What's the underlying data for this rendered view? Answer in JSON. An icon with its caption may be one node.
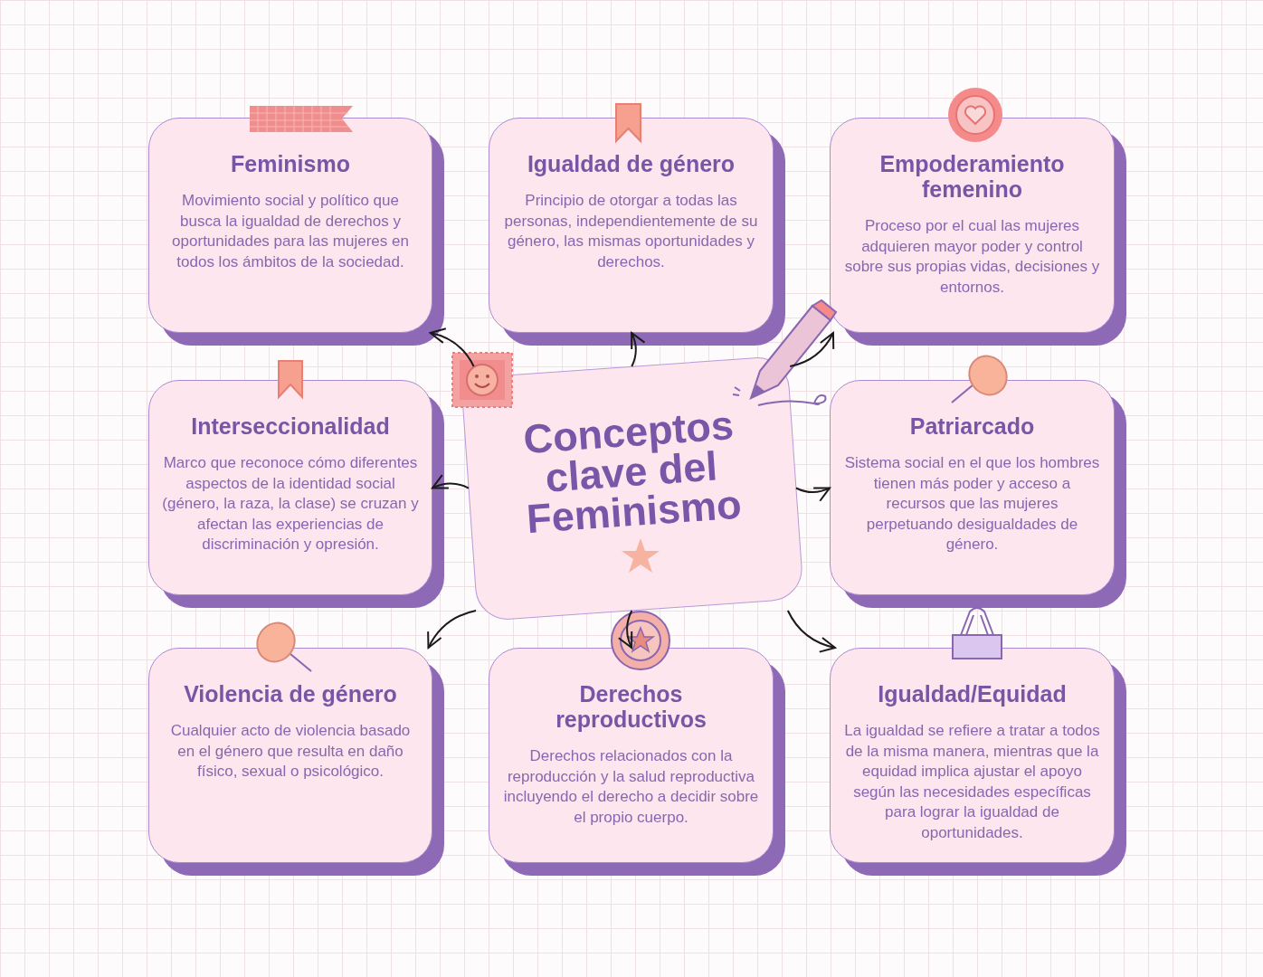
{
  "diagram": {
    "nodes": [
      {
        "text": [
          "Feminismo",
          "Movimiento social y político que busca la igualdad de derechos y oportunidades para las mujeres en todos los ámbitos de la sociedad."
        ]
      },
      {
        "text": [
          "Igualdad de género",
          "Principio de otorgar a todas las personas, independientemente de su género, las mismas oportunidades y derechos."
        ]
      },
      {
        "text": [
          "Empoderamiento femenino",
          "Proceso por el cual las mujeres adquieren mayor poder y control sobre sus propias vidas, decisiones y entornos."
        ]
      },
      {
        "text": [
          "Interseccionalidad",
          "Marco que reconoce cómo diferentes aspectos de la identidad social (género, la raza, la clase) se cruzan y afectan las experiencias de discriminación y opresión."
        ]
      },
      {
        "text": [
          "Conceptos clave del Feminismo"
        ]
      },
      {
        "text": [
          "Patriarcado",
          "Sistema social en el que los hombres tienen más poder y acceso a recursos que las mujeres perpetuando desigualdades de género."
        ]
      },
      {
        "text": [
          "Violencia de género",
          "Cualquier acto de violencia basado en el género que resulta en daño físico, sexual o psicológico."
        ]
      },
      {
        "text": [
          "Derechos reproductivos",
          "Derechos relacionados con la reproducción y la salud reproductiva incluyendo el derecho a decidir sobre el propio cuerpo."
        ]
      },
      {
        "text": [
          "Igualdad/Equidad",
          "La igualdad se refiere a tratar a todos de la misma manera, mientras que la equidad implica ajustar el apoyo según las necesidades específicas para lograr la igualdad de oportunidades."
        ]
      }
    ],
    "edges": [
      {
        "from": 4,
        "to": 0,
        "arrow": "to"
      },
      {
        "from": 4,
        "to": 1,
        "arrow": "to"
      },
      {
        "from": 4,
        "to": 2,
        "arrow": "to"
      },
      {
        "from": 4,
        "to": 3,
        "arrow": "to"
      },
      {
        "from": 4,
        "to": 5,
        "arrow": "to"
      },
      {
        "from": 4,
        "to": 6,
        "arrow": "to"
      },
      {
        "from": 4,
        "to": 7,
        "arrow": "to"
      },
      {
        "from": 4,
        "to": 8,
        "arrow": "to"
      }
    ]
  }
}
